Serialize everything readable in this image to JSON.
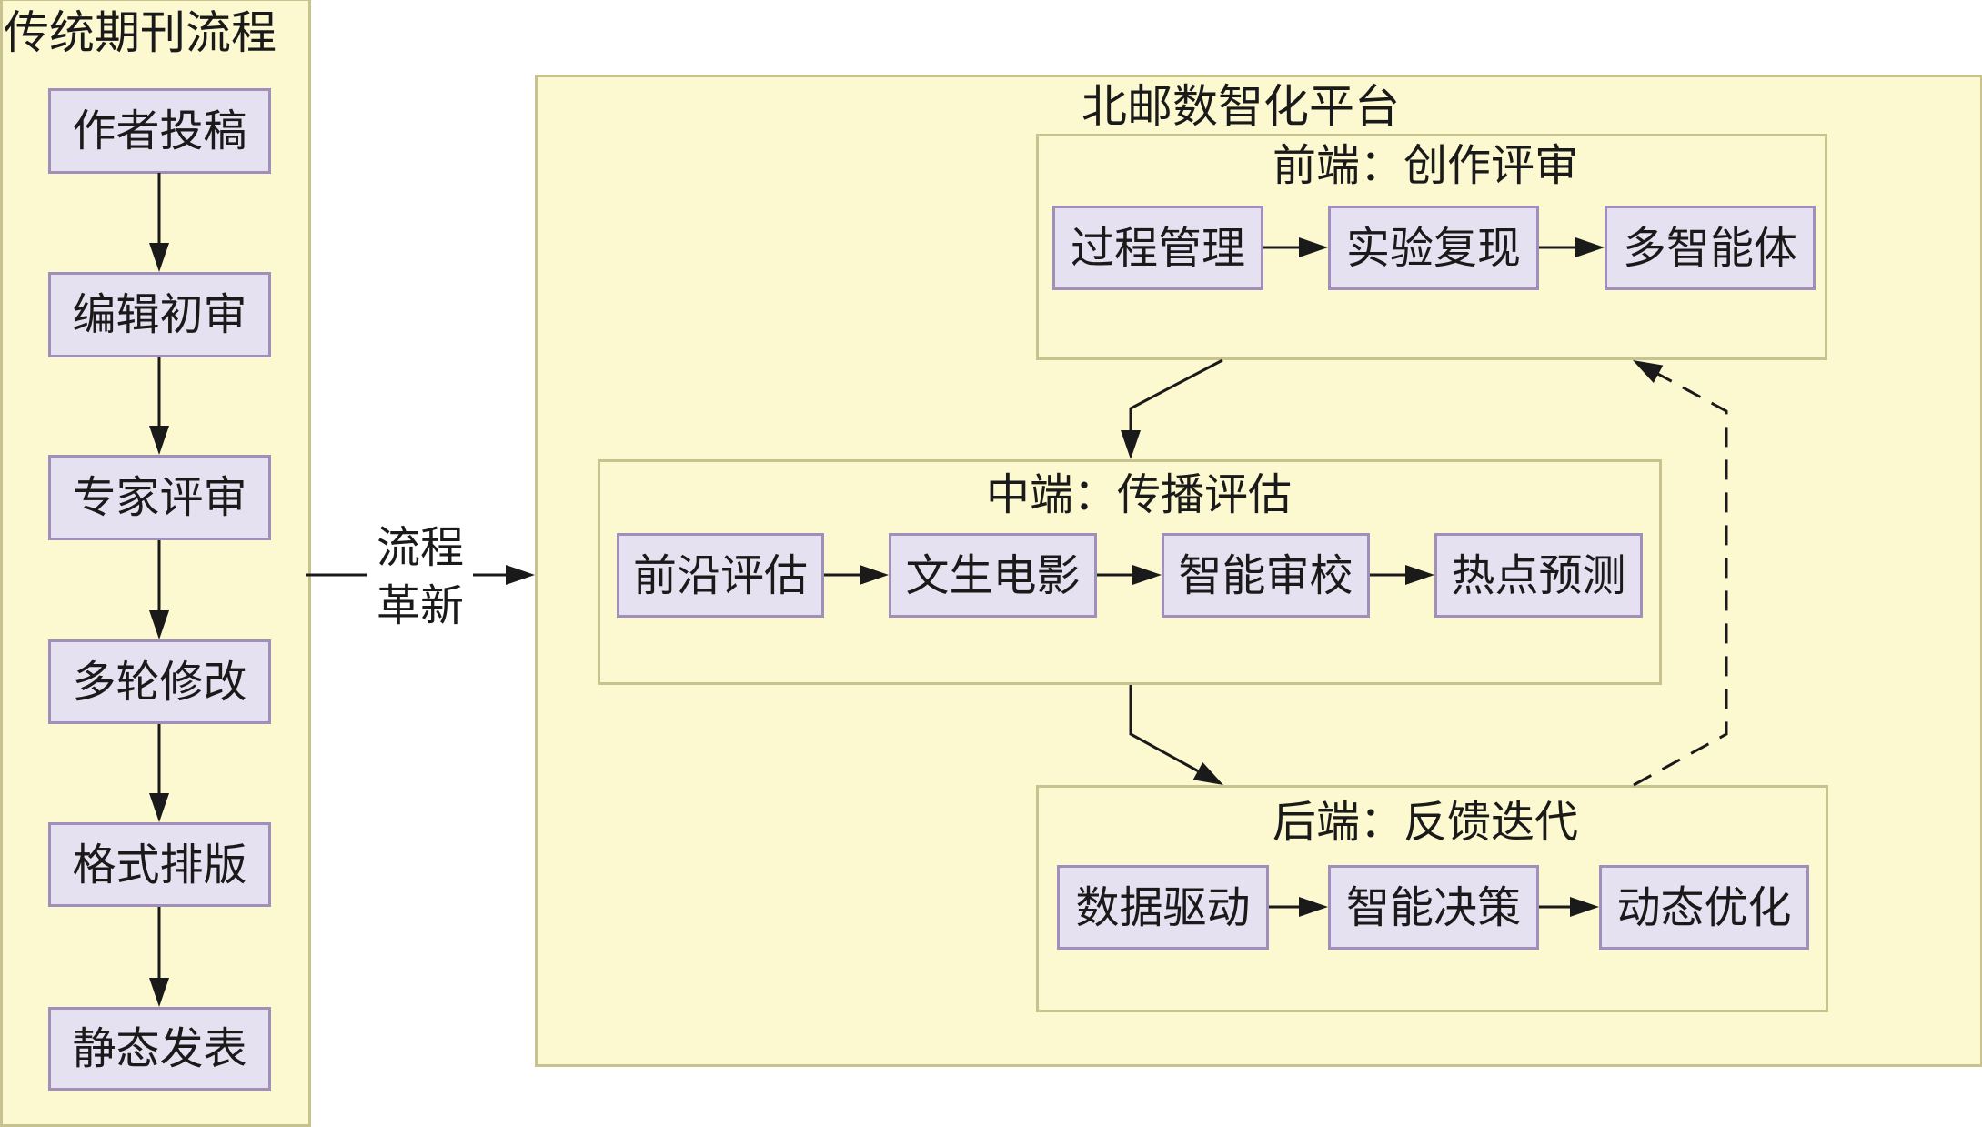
{
  "traditional": {
    "title": "传统期刊流程",
    "steps": [
      "作者投稿",
      "编辑初审",
      "专家评审",
      "多轮修改",
      "格式排版",
      "静态发表"
    ]
  },
  "transition": {
    "line1": "流程",
    "line2": "革新"
  },
  "platform": {
    "title": "北邮数智化平台",
    "front": {
      "title": "前端：创作评审",
      "steps": [
        "过程管理",
        "实验复现",
        "多智能体"
      ]
    },
    "middle": {
      "title": "中端：传播评估",
      "steps": [
        "前沿评估",
        "文生电影",
        "智能审校",
        "热点预测"
      ]
    },
    "back": {
      "title": "后端：反馈迭代",
      "steps": [
        "数据驱动",
        "智能决策",
        "动态优化"
      ]
    }
  },
  "colors": {
    "panel_fill": "#fcf8d0",
    "panel_border": "#c8c28e",
    "node_fill": "#e6e1f0",
    "node_border": "#9f8fba",
    "arrow": "#1a1a1a"
  }
}
